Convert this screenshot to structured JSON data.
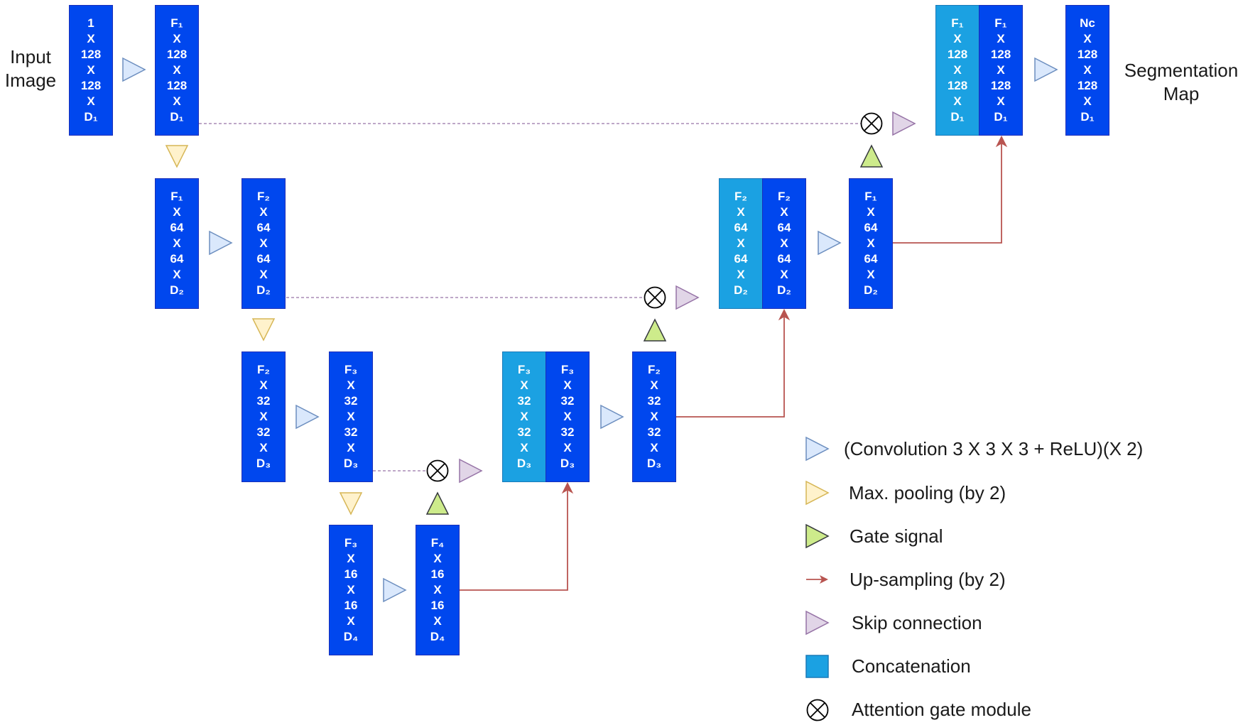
{
  "labels": {
    "input": [
      "Input",
      "Image"
    ],
    "output": [
      "Segmentation",
      "Map"
    ]
  },
  "blocks": [
    {
      "id": "input-block",
      "kind": "dark",
      "lines": [
        "1",
        "X",
        "128",
        "X",
        "128",
        "X",
        "D₁"
      ]
    },
    {
      "id": "enc1-conv",
      "kind": "dark",
      "lines": [
        "F₁",
        "X",
        "128",
        "X",
        "128",
        "X",
        "D₁"
      ]
    },
    {
      "id": "enc2-pool",
      "kind": "dark",
      "lines": [
        "F₁",
        "X",
        "64",
        "X",
        "64",
        "X",
        "D₂"
      ]
    },
    {
      "id": "enc2-conv",
      "kind": "dark",
      "lines": [
        "F₂",
        "X",
        "64",
        "X",
        "64",
        "X",
        "D₂"
      ]
    },
    {
      "id": "enc3-pool",
      "kind": "dark",
      "lines": [
        "F₂",
        "X",
        "32",
        "X",
        "32",
        "X",
        "D₃"
      ]
    },
    {
      "id": "enc3-conv",
      "kind": "dark",
      "lines": [
        "F₃",
        "X",
        "32",
        "X",
        "32",
        "X",
        "D₃"
      ]
    },
    {
      "id": "bottleneck-pool",
      "kind": "dark",
      "lines": [
        "F₃",
        "X",
        "16",
        "X",
        "16",
        "X",
        "D₄"
      ]
    },
    {
      "id": "bottleneck-conv",
      "kind": "dark",
      "lines": [
        "F₄",
        "X",
        "16",
        "X",
        "16",
        "X",
        "D₄"
      ]
    },
    {
      "id": "dec3-concat-skip",
      "kind": "light",
      "lines": [
        "F₃",
        "X",
        "32",
        "X",
        "32",
        "X",
        "D₃"
      ]
    },
    {
      "id": "dec3-concat-up",
      "kind": "dark",
      "lines": [
        "F₃",
        "X",
        "32",
        "X",
        "32",
        "X",
        "D₃"
      ]
    },
    {
      "id": "dec3-conv",
      "kind": "dark",
      "lines": [
        "F₂",
        "X",
        "32",
        "X",
        "32",
        "X",
        "D₃"
      ]
    },
    {
      "id": "dec2-concat-skip",
      "kind": "light",
      "lines": [
        "F₂",
        "X",
        "64",
        "X",
        "64",
        "X",
        "D₂"
      ]
    },
    {
      "id": "dec2-concat-up",
      "kind": "dark",
      "lines": [
        "F₂",
        "X",
        "64",
        "X",
        "64",
        "X",
        "D₂"
      ]
    },
    {
      "id": "dec2-conv",
      "kind": "dark",
      "lines": [
        "F₁",
        "X",
        "64",
        "X",
        "64",
        "X",
        "D₂"
      ]
    },
    {
      "id": "dec1-concat-skip",
      "kind": "light",
      "lines": [
        "F₁",
        "X",
        "128",
        "X",
        "128",
        "X",
        "D₁"
      ]
    },
    {
      "id": "dec1-concat-up",
      "kind": "dark",
      "lines": [
        "F₁",
        "X",
        "128",
        "X",
        "128",
        "X",
        "D₁"
      ]
    },
    {
      "id": "output-block",
      "kind": "dark",
      "lines": [
        "Nc",
        "X",
        "128",
        "X",
        "128",
        "X",
        "D₁"
      ]
    }
  ],
  "legend": [
    {
      "icon": "convolution-triangle-icon",
      "label": "(Convolution 3 X 3 X 3 + ReLU)(X 2)"
    },
    {
      "icon": "max-pooling-triangle-icon",
      "label": "Max. pooling (by 2)"
    },
    {
      "icon": "gate-signal-triangle-icon",
      "label": "Gate signal"
    },
    {
      "icon": "up-sampling-arrow-icon",
      "label": "Up-sampling (by 2)"
    },
    {
      "icon": "skip-connection-triangle-icon",
      "label": "Skip connection"
    },
    {
      "icon": "concatenation-square-icon",
      "label": "Concatenation"
    },
    {
      "icon": "attention-gate-icon",
      "label": "Attention gate module"
    }
  ],
  "colors": {
    "block_dark": "#0047ee",
    "block_concat": "#1ba1e2",
    "conv_fill": "#dae8fc",
    "conv_stroke": "#6c8ebf",
    "pool_fill": "#fff2cc",
    "pool_stroke": "#d6b656",
    "gate_fill": "#cdeb8b",
    "gate_stroke": "#36393d",
    "skip_fill": "#e1d5e7",
    "skip_stroke": "#9673a6",
    "upsample": "#b85450",
    "skip_line": "#9673a6"
  }
}
